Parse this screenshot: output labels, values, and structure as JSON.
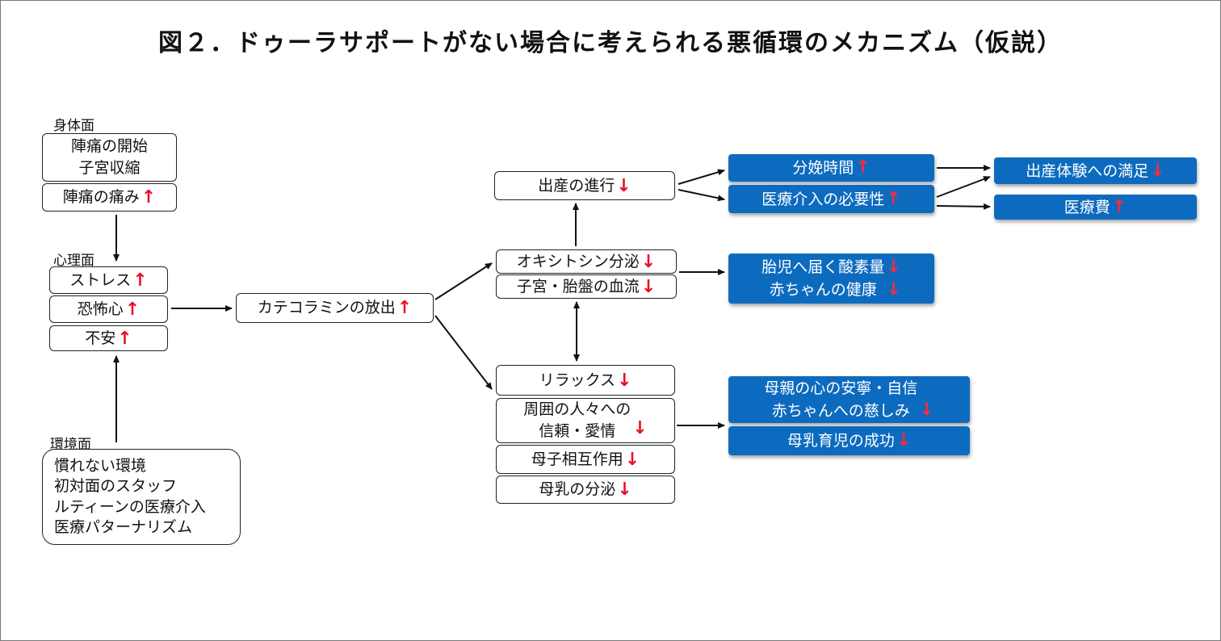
{
  "title": "図２．ドゥーラサポートがない場合に考えられる悪循環のメカニズム（仮説）",
  "sections": {
    "body": "身体面",
    "mind": "心理面",
    "env": "環境面"
  },
  "boxes": {
    "labor_start": "陣痛の開始\n子宮収縮",
    "labor_pain": "陣痛の痛み",
    "stress": "ストレス",
    "fear": "恐怖心",
    "anxiety": "不安",
    "env_factors": "慣れない環境\n初対面のスタッフ\nルティーンの医療介入\n医療パターナリズム",
    "catecholamine": "カテコラミンの放出",
    "labor_progress": "出産の進行",
    "oxytocin": "オキシトシン分泌",
    "uterine_flow": "子宮・胎盤の血流",
    "relax": "リラックス",
    "trust": "周囲の人々への\n信頼・愛情",
    "interaction": "母子相互作用",
    "lactation": "母乳の分泌",
    "delivery_time": "分娩時間",
    "intervention": "医療介入の必要性",
    "satisfaction": "出産体験への満足",
    "cost": "医療費",
    "oxygen": "胎児へ届く酸素量\n赤ちゃんの健康",
    "peace": "母親の心の安寧・自信\n赤ちゃんへの慈しみ",
    "breastfeeding": "母乳育児の成功"
  },
  "symbols": {
    "up": "↑",
    "down": "↓"
  },
  "colors": {
    "result_box": "#0d6bbf",
    "arrow_indicator": "#e8102a"
  }
}
